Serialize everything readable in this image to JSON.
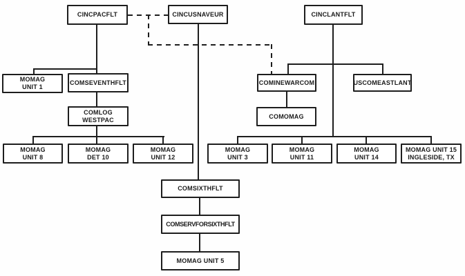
{
  "diagram": {
    "type": "org-chart",
    "background_color": "#ffffff",
    "line_color": "#1d1d1d"
  },
  "nodes": {
    "cincpacflt": {
      "label": "CINCPACFLT"
    },
    "cincusnaveur": {
      "label": "CINCUSNAVEUR"
    },
    "cinclantflt": {
      "label": "CINCLANTFLT"
    },
    "momag_unit_1": {
      "label": "MOMAG\nUNIT 1"
    },
    "comseventhflt": {
      "label": "COMSEVENTHFLT"
    },
    "comlog_westpac": {
      "label": "COMLOG\nWESTPAC"
    },
    "momag_unit_8": {
      "label": "MOMAG\nUNIT 8"
    },
    "momag_det_10": {
      "label": "MOMAG\nDET 10"
    },
    "momag_unit_12": {
      "label": "MOMAG\nUNIT 12"
    },
    "cominewarcom": {
      "label": "COMINEWARCOM"
    },
    "uscomeastlant": {
      "label": "USCOMEASTLANT"
    },
    "comomag": {
      "label": "COMOMAG"
    },
    "momag_unit_3": {
      "label": "MOMAG\nUNIT 3"
    },
    "momag_unit_11": {
      "label": "MOMAG\nUNIT 11"
    },
    "momag_unit_14": {
      "label": "MOMAG\nUNIT 14"
    },
    "momag_unit_15": {
      "label": "MOMAG UNIT 15\nINGLESIDE, TX"
    },
    "comsixthflt": {
      "label": "COMSIXTHFLT"
    },
    "comservforsixthflt": {
      "label": "COMSERVFORSIXTHFLT"
    },
    "momag_unit_5": {
      "label": "MOMAG UNIT 5"
    }
  },
  "edges": {
    "solid": [
      {
        "from": "cincpacflt",
        "to": "momag_unit_1"
      },
      {
        "from": "cincpacflt",
        "to": "comseventhflt"
      },
      {
        "from": "comseventhflt",
        "to": "comlog_westpac"
      },
      {
        "from": "comlog_westpac",
        "to": "momag_unit_8"
      },
      {
        "from": "comlog_westpac",
        "to": "momag_det_10"
      },
      {
        "from": "comlog_westpac",
        "to": "momag_unit_12"
      },
      {
        "from": "cincusnaveur",
        "to": "comsixthflt"
      },
      {
        "from": "comsixthflt",
        "to": "comservforsixthflt"
      },
      {
        "from": "comservforsixthflt",
        "to": "momag_unit_5"
      },
      {
        "from": "cinclantflt",
        "to": "cominewarcom"
      },
      {
        "from": "cinclantflt",
        "to": "uscomeastlant"
      },
      {
        "from": "cominewarcom",
        "to": "comomag"
      },
      {
        "from": "cinclantflt",
        "to": "momag_unit_3"
      },
      {
        "from": "cinclantflt",
        "to": "momag_unit_11"
      },
      {
        "from": "cinclantflt",
        "to": "momag_unit_14"
      },
      {
        "from": "cinclantflt",
        "to": "momag_unit_15"
      }
    ],
    "dashed": [
      {
        "from": "cincpacflt",
        "to": "cincusnaveur"
      },
      {
        "from": "cincpacflt_cincusnaveur_link",
        "to": "cominewarcom"
      }
    ]
  }
}
